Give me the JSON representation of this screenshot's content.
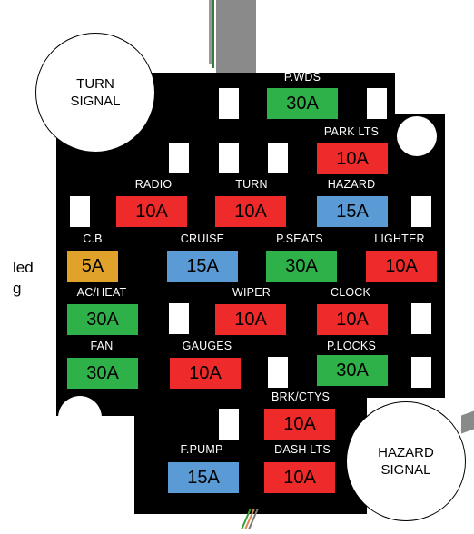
{
  "signals": {
    "turn_line1": "TURN",
    "turn_line2": "SIGNAL",
    "hazard_line1": "HAZARD",
    "hazard_line2": "SIGNAL"
  },
  "side_text": {
    "line1": "led",
    "line2": "g"
  },
  "fuses": [
    {
      "id": "pwds",
      "label": "P.WDS",
      "value": "30A",
      "color": "#2fb14a"
    },
    {
      "id": "parklts",
      "label": "PARK LTS",
      "value": "10A",
      "color": "#ee2a2a"
    },
    {
      "id": "radio",
      "label": "RADIO",
      "value": "10A",
      "color": "#ee2a2a"
    },
    {
      "id": "turn",
      "label": "TURN",
      "value": "10A",
      "color": "#ee2a2a"
    },
    {
      "id": "hazard",
      "label": "HAZARD",
      "value": "15A",
      "color": "#5b9bd5"
    },
    {
      "id": "cb",
      "label": "C.B",
      "value": "5A",
      "color": "#e0a22a"
    },
    {
      "id": "cruise",
      "label": "CRUISE",
      "value": "15A",
      "color": "#5b9bd5"
    },
    {
      "id": "pseats",
      "label": "P.SEATS",
      "value": "30A",
      "color": "#2fb14a"
    },
    {
      "id": "lighter",
      "label": "LIGHTER",
      "value": "10A",
      "color": "#ee2a2a"
    },
    {
      "id": "acheat",
      "label": "AC/HEAT",
      "value": "30A",
      "color": "#2fb14a"
    },
    {
      "id": "wiper",
      "label": "WIPER",
      "value": "10A",
      "color": "#ee2a2a"
    },
    {
      "id": "clock",
      "label": "CLOCK",
      "value": "10A",
      "color": "#ee2a2a"
    },
    {
      "id": "fan",
      "label": "FAN",
      "value": "30A",
      "color": "#2fb14a"
    },
    {
      "id": "gauges",
      "label": "GAUGES",
      "value": "10A",
      "color": "#ee2a2a"
    },
    {
      "id": "plocks",
      "label": "P.LOCKS",
      "value": "30A",
      "color": "#2fb14a"
    },
    {
      "id": "brkctys",
      "label": "BRK/CTYS",
      "value": "10A",
      "color": "#ee2a2a"
    },
    {
      "id": "fpump",
      "label": "F.PUMP",
      "value": "15A",
      "color": "#5b9bd5"
    },
    {
      "id": "dashlts",
      "label": "DASH LTS",
      "value": "10A",
      "color": "#ee2a2a"
    }
  ]
}
